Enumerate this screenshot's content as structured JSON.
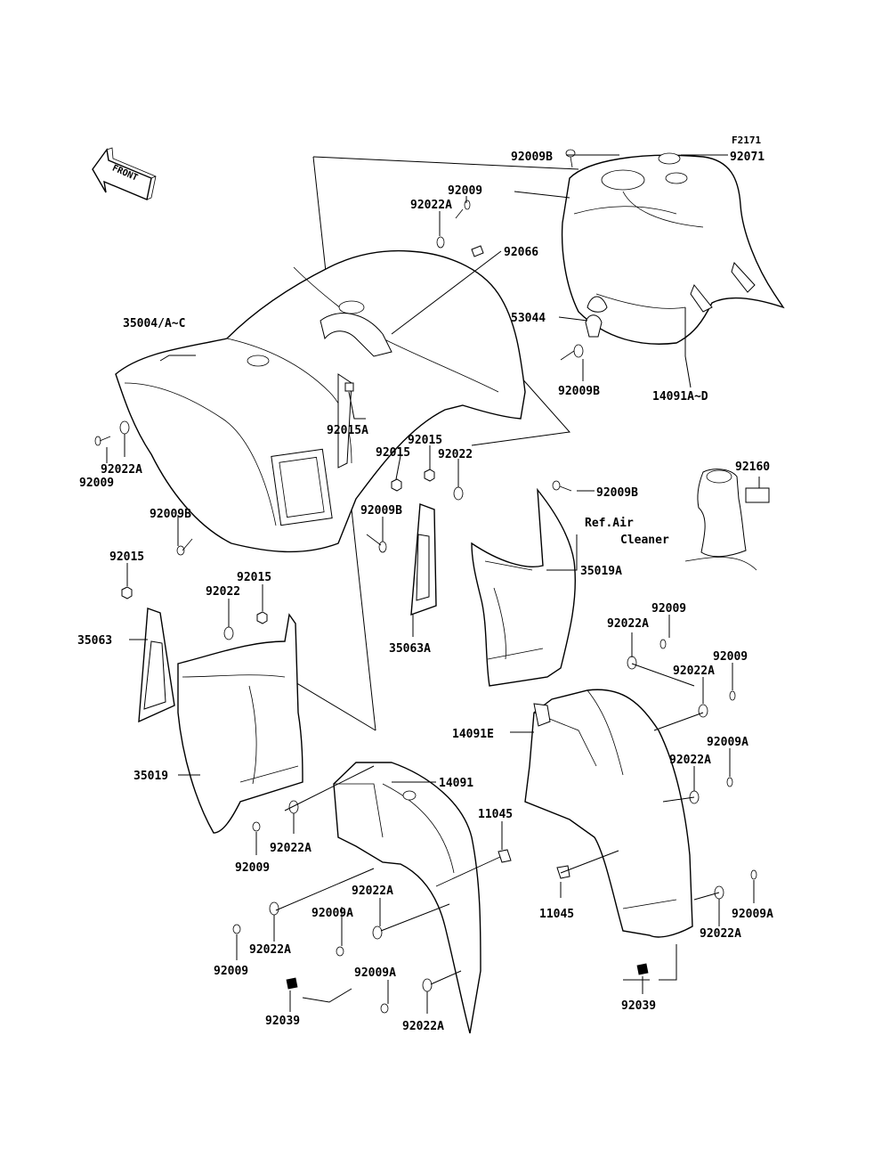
{
  "diagram": {
    "code": "F2171",
    "front_label": "FRONT",
    "ref_note_line1": "Ref.Air",
    "ref_note_line2": "Cleaner"
  },
  "labels": {
    "p92009B_top": "92009B",
    "p92071": "92071",
    "p92009_a": "92009",
    "p92022A_a": "92022A",
    "p92066": "92066",
    "p53044": "53044",
    "p35004": "35004/A~C",
    "p92009B_mid": "92009B",
    "p14091AD": "14091A~D",
    "p92015A": "92015A",
    "p92015_a": "92015",
    "p92015_b": "92015",
    "p92022_a": "92022",
    "p92022A_b": "92022A",
    "p92009_b": "92009",
    "p92009B_c": "92009B",
    "p92160": "92160",
    "p92009B_d": "92009B",
    "p92009B_e": "92009B",
    "p92015_c": "92015",
    "p92015_d": "92015",
    "p92022_b": "92022",
    "p35019A": "35019A",
    "p35063": "35063",
    "p35063A": "35063A",
    "p92009_c": "92009",
    "p92022A_c": "92022A",
    "p92009_d": "92009",
    "p92022A_d": "92022A",
    "p14091E": "14091E",
    "p92009A_a": "92009A",
    "p92022A_e": "92022A",
    "p35019": "35019",
    "p14091": "14091",
    "p11045_a": "11045",
    "p92022A_f": "92022A",
    "p92009_e": "92009",
    "p92022A_g": "92022A",
    "p92009A_b": "92009A",
    "p11045_b": "11045",
    "p92009A_c": "92009A",
    "p92022A_h": "92022A",
    "p92009_f": "92009",
    "p92022A_i": "92022A",
    "p92009A_d": "92009A",
    "p92039_a": "92039",
    "p92022A_j": "92022A",
    "p92039_b": "92039"
  }
}
